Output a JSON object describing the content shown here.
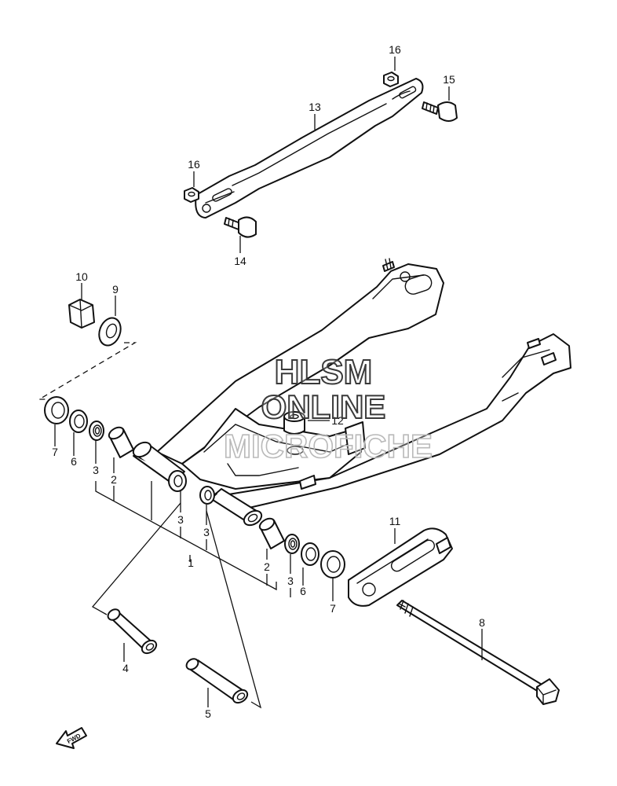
{
  "diagram": {
    "part_numbers": {
      "p1": "1",
      "p2": "2",
      "p3": "3",
      "p4": "4",
      "p5": "5",
      "p6": "6",
      "p7": "7",
      "p8": "8",
      "p9": "9",
      "p10": "10",
      "p11": "11",
      "p12": "12",
      "p13": "13",
      "p14": "14",
      "p15": "15",
      "p16": "16"
    },
    "watermark": {
      "line1": "HLSM",
      "line2": "ONLINE",
      "line3": "MICROFICHE"
    },
    "fwd_label": "FWD"
  }
}
